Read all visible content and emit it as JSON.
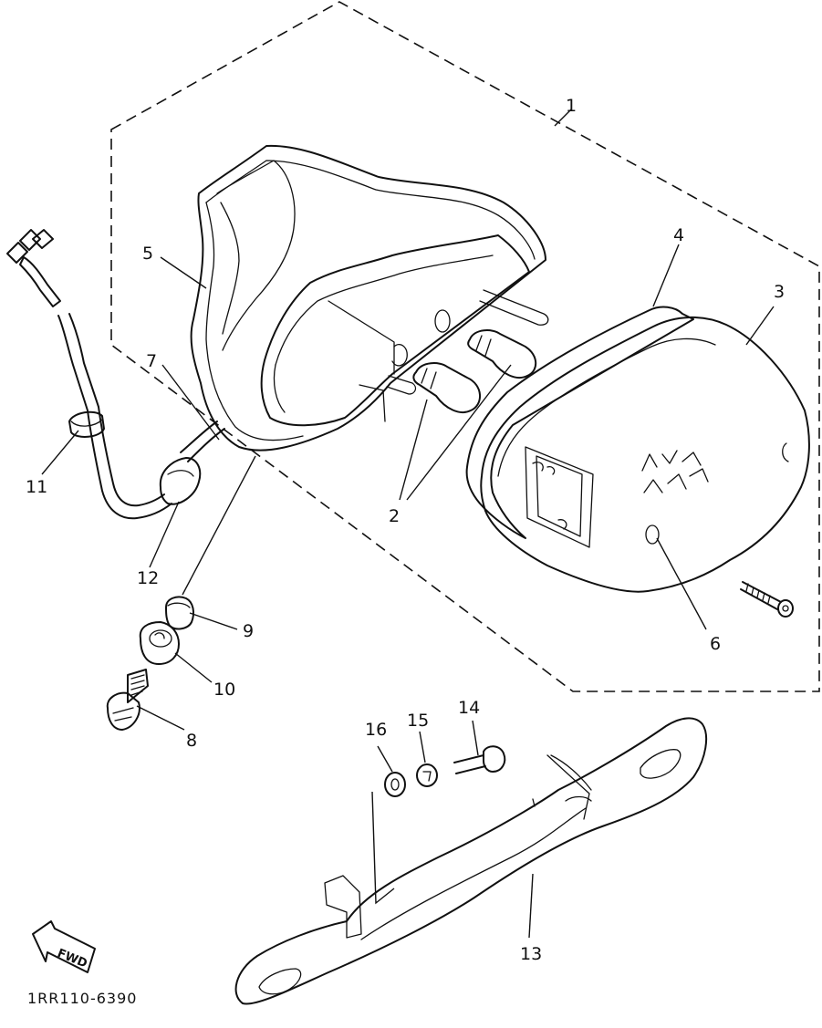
{
  "diagram": {
    "drawing_code": "1RR110-6390",
    "fwd_label": "FWD",
    "callouts": {
      "c1": "1",
      "c2": "2",
      "c3": "3",
      "c4": "4",
      "c5": "5",
      "c6": "6",
      "c7": "7",
      "c8": "8",
      "c9": "9",
      "c10": "10",
      "c11": "11",
      "c12": "12",
      "c13": "13",
      "c14": "14",
      "c15": "15",
      "c16": "16"
    }
  }
}
